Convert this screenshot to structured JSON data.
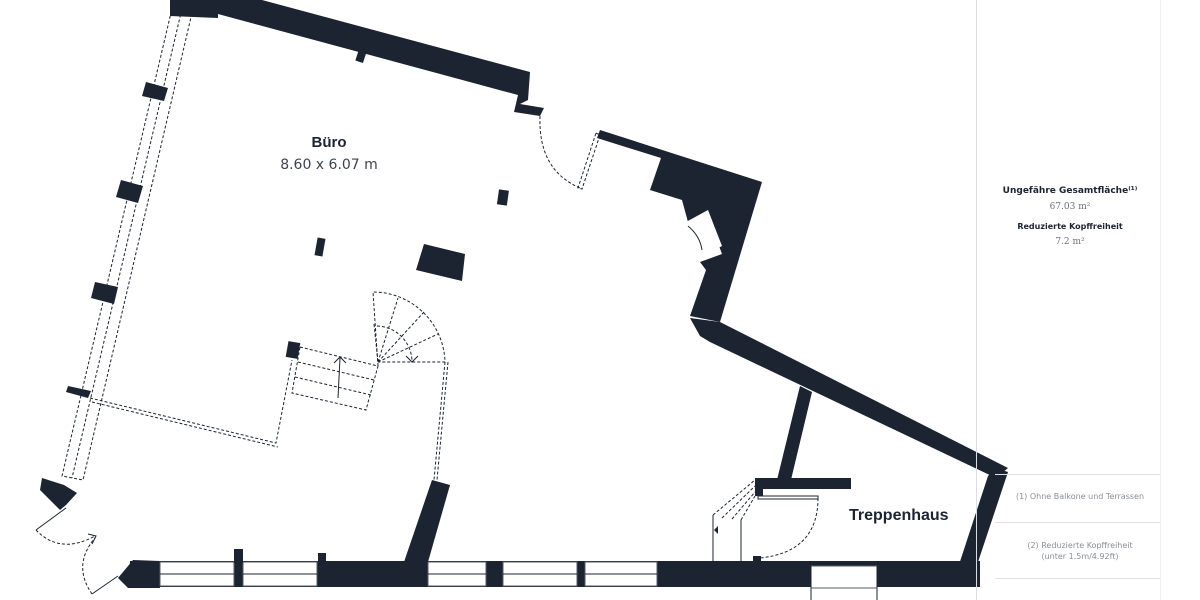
{
  "floor_plan": {
    "rooms": [
      {
        "name": "Büro",
        "dimensions": "8.60 x 6.07 m"
      },
      {
        "name": "Treppenhaus"
      }
    ],
    "colors": {
      "wall": "#1c2331",
      "background": "#ffffff",
      "divider": "#d9dde2"
    }
  },
  "legend": {
    "total_area_title": "Ungefähre Gesamtfläche⁽¹⁾",
    "total_area_value": "67.03 m²",
    "reduced_headroom_title": "Reduzierte Kopffreiheit",
    "reduced_headroom_value": "7.2 m²",
    "footnotes": [
      "(1) Ohne Balkone und Terrassen",
      "(2) Reduzierte Kopffreiheit",
      "(unter 1.5m/4.92ft)"
    ]
  }
}
